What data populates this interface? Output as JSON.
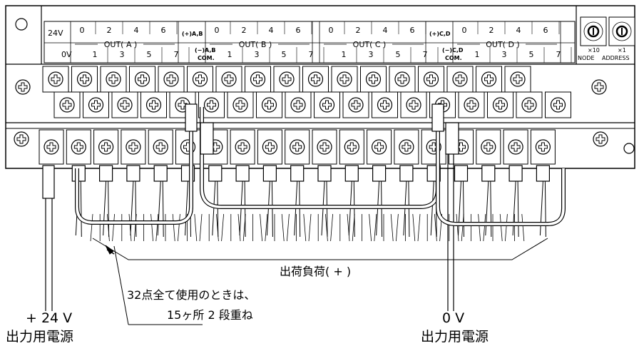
{
  "header": {
    "v24": "24V",
    "v0": "0V",
    "top_numbers": [
      "0",
      "2",
      "4",
      "6"
    ],
    "bottom_numbers": [
      "1",
      "3",
      "5",
      "7"
    ],
    "groups": [
      {
        "label": "OUT( A )"
      },
      {
        "label": "OUT( B )"
      },
      {
        "label": "OUT( C )"
      },
      {
        "label": "OUT( D )"
      }
    ],
    "plus_ab": "(+)A,B",
    "minus_ab": "(−)A,B",
    "com_ab": "COM.",
    "plus_cd": "(+)C,D",
    "minus_cd": "(−)C,D",
    "com_cd": "COM.",
    "x10": "×10",
    "x1": "×1",
    "node": "NODE",
    "address": "ADDRESS"
  },
  "labels": {
    "load": "出荷負荷( + )",
    "note_line1": "32点全て使用のときは、",
    "note_line2": "15ヶ所 2 段重ね",
    "left_voltage": "+ 24 V",
    "left_name": "出力用電源",
    "right_voltage": "0  V",
    "right_name": "出力用電源"
  }
}
